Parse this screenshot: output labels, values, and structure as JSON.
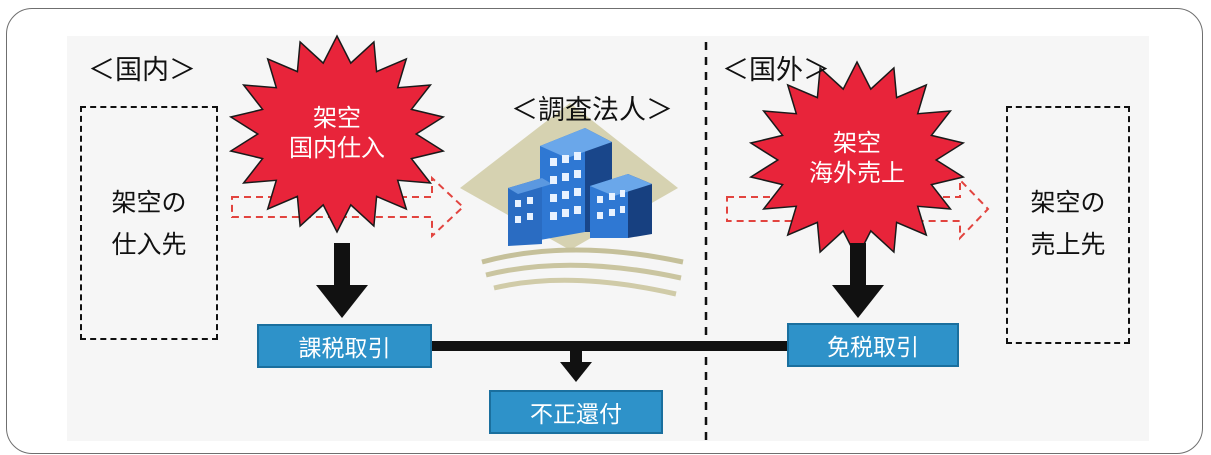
{
  "labels": {
    "domestic": "＜国内＞",
    "overseas": "＜国外＞",
    "company": "＜調査法人＞"
  },
  "supplier_box": {
    "line1": "架空の",
    "line2": "仕入先"
  },
  "customer_box": {
    "line1": "架空の",
    "line2": "売上先"
  },
  "burst_purchase": {
    "line1": "架空",
    "line2": "国内仕入"
  },
  "burst_sales": {
    "line1": "架空",
    "line2": "海外売上"
  },
  "taxable": "課税取引",
  "exempt": "免税取引",
  "refund": "不正還付",
  "colors": {
    "burst_fill": "#e8243a",
    "burst_outline": "#1a1a1a",
    "tag_fill": "#2e92c9",
    "dashed_arrow": "#e2443f",
    "building": "#1f5fb0"
  }
}
